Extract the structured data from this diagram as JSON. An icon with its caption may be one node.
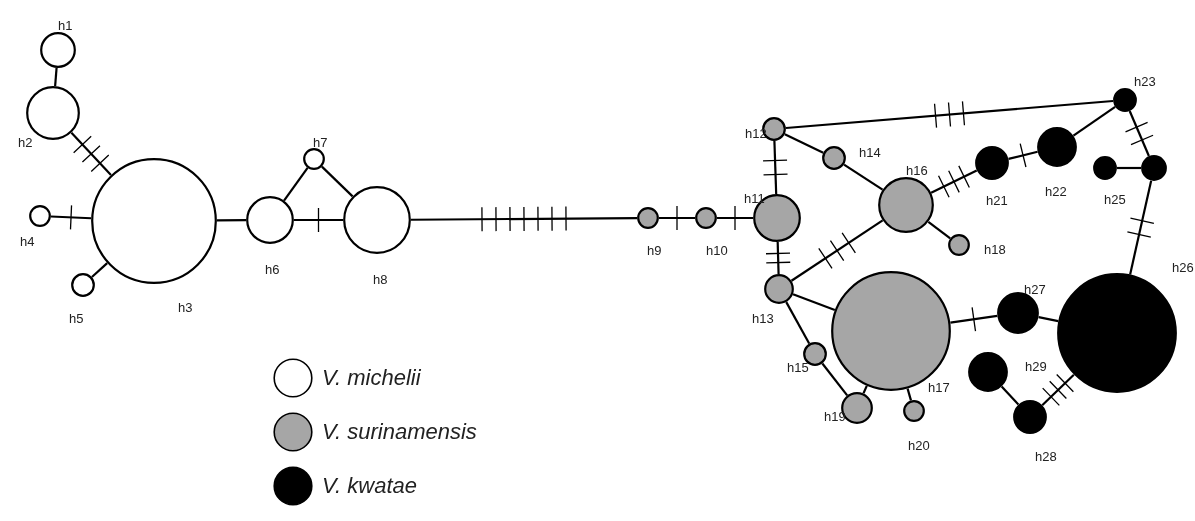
{
  "diagram": {
    "nodes": [
      {
        "text": [
          "h1"
        ]
      },
      {
        "text": [
          "h2"
        ]
      },
      {
        "text": [
          "h3"
        ]
      },
      {
        "text": [
          "h4"
        ]
      },
      {
        "text": [
          "h5"
        ]
      },
      {
        "text": [
          "h6"
        ]
      },
      {
        "text": [
          "h7"
        ]
      },
      {
        "text": [
          "h8"
        ]
      },
      {
        "text": [
          "h9"
        ]
      },
      {
        "text": [
          "h10"
        ]
      },
      {
        "text": [
          "h11"
        ]
      },
      {
        "text": [
          "h12"
        ]
      },
      {
        "text": [
          "h13"
        ]
      },
      {
        "text": [
          "h14"
        ]
      },
      {
        "text": [
          "h15"
        ]
      },
      {
        "text": [
          "h16"
        ]
      },
      {
        "text": [
          "h17"
        ]
      },
      {
        "text": [
          "h18"
        ]
      },
      {
        "text": [
          "h19"
        ]
      },
      {
        "text": [
          "h20"
        ]
      },
      {
        "text": [
          "h21"
        ]
      },
      {
        "text": [
          "h22"
        ]
      },
      {
        "text": [
          "h23"
        ]
      },
      {
        "text": [
          "h25"
        ]
      },
      {
        "text": [],
        "shape": "circle"
      },
      {
        "text": [
          "h26"
        ]
      },
      {
        "text": [
          "h27"
        ]
      },
      {
        "text": [
          "h28"
        ]
      },
      {
        "text": [
          "h29"
        ]
      }
    ],
    "edges": [
      {
        "from": 0,
        "to": 1,
        "arrow": "none"
      },
      {
        "from": 1,
        "to": 2,
        "arrow": "none"
      },
      {
        "from": 3,
        "to": 2,
        "arrow": "none"
      },
      {
        "from": 4,
        "to": 2,
        "arrow": "none"
      },
      {
        "from": 2,
        "to": 5,
        "arrow": "none"
      },
      {
        "from": 5,
        "to": 6,
        "arrow": "none"
      },
      {
        "from": 6,
        "to": 7,
        "arrow": "none"
      },
      {
        "from": 5,
        "to": 7,
        "arrow": "none"
      },
      {
        "from": 7,
        "to": 8,
        "arrow": "none"
      },
      {
        "from": 8,
        "to": 9,
        "arrow": "none"
      },
      {
        "from": 9,
        "to": 10,
        "arrow": "none"
      },
      {
        "from": 11,
        "to": 10,
        "arrow": "none"
      },
      {
        "from": 10,
        "to": 12,
        "arrow": "none"
      },
      {
        "from": 11,
        "to": 13,
        "arrow": "none"
      },
      {
        "from": 13,
        "to": 15,
        "arrow": "none"
      },
      {
        "from": 12,
        "to": 15,
        "arrow": "none"
      },
      {
        "from": 12,
        "to": 16,
        "arrow": "none"
      },
      {
        "from": 12,
        "to": 14,
        "arrow": "none"
      },
      {
        "from": 14,
        "to": 18,
        "arrow": "none"
      },
      {
        "from": 16,
        "to": 18,
        "arrow": "none"
      },
      {
        "from": 16,
        "to": 19,
        "arrow": "none"
      },
      {
        "from": 15,
        "to": 17,
        "arrow": "none"
      },
      {
        "from": 15,
        "to": 20,
        "arrow": "none"
      },
      {
        "from": 20,
        "to": 21,
        "arrow": "none"
      },
      {
        "from": 21,
        "to": 22,
        "arrow": "none"
      },
      {
        "from": 11,
        "to": 22,
        "arrow": "none"
      },
      {
        "from": 22,
        "to": 24,
        "arrow": "none"
      },
      {
        "from": 23,
        "to": 24,
        "arrow": "none"
      },
      {
        "from": 24,
        "to": 25,
        "arrow": "none"
      },
      {
        "from": 16,
        "to": 26,
        "arrow": "none"
      },
      {
        "from": 26,
        "to": 25,
        "arrow": "none"
      },
      {
        "from": 25,
        "to": 27,
        "arrow": "none"
      },
      {
        "from": 27,
        "to": 28,
        "arrow": "none"
      }
    ],
    "legend": [
      {
        "text": "V. michelii",
        "color": "#ffffff"
      },
      {
        "text": "V. surinamensis",
        "color": "#a6a6a6"
      },
      {
        "text": "V. kwatae",
        "color": "#000000"
      }
    ]
  }
}
